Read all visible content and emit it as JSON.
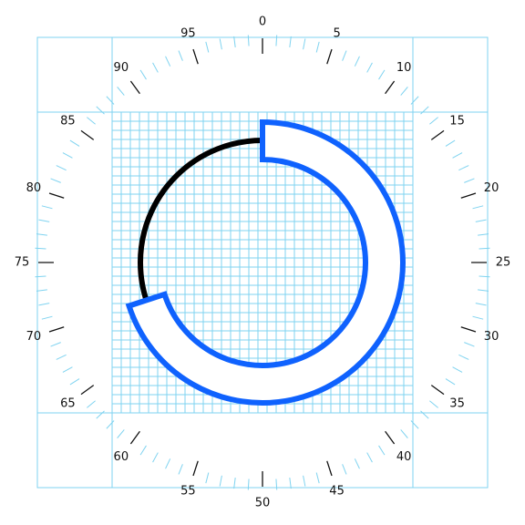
{
  "dial": {
    "scale_max": 100,
    "major_step": 5,
    "tick_labels": [
      "0",
      "5",
      "10",
      "15",
      "20",
      "25",
      "30",
      "35",
      "40",
      "45",
      "50",
      "55",
      "60",
      "65",
      "70",
      "75",
      "80",
      "85",
      "90",
      "95"
    ]
  },
  "arc": {
    "start_value": 0,
    "end_value": 70,
    "fill_color": "#ffffff",
    "outline_color": "#0f62fe"
  },
  "track": {
    "color": "#000000"
  },
  "grid": {
    "color": "#7fd3f0",
    "cells_per_side": 33
  }
}
